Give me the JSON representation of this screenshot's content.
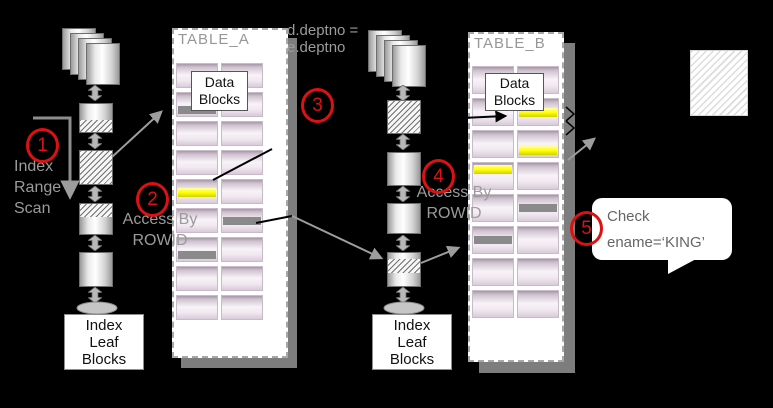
{
  "colors": {
    "accent_red": "#dd1111",
    "highlight_yellow": "#ffff00",
    "rowid_gray": "#8a8a8a",
    "background": "#000000"
  },
  "steps": {
    "one": {
      "num": "1",
      "label": "Index\nRange\nScan"
    },
    "two": {
      "num": "2",
      "label": "Access By\nROWID"
    },
    "three": {
      "num": "3",
      "label": "d.deptno =\ne.deptno"
    },
    "four": {
      "num": "4",
      "label": "Access By\nROWID"
    },
    "five": {
      "num": "5",
      "label": "Check\nename=‘KING’"
    }
  },
  "index_a": {
    "leaf_label": "Index\nLeaf\nBlocks"
  },
  "index_b": {
    "leaf_label": "Index\nLeaf\nBlocks"
  },
  "table_a": {
    "title": "TABLE_A",
    "data_blocks_label": "Data\nBlocks",
    "rows": [
      [
        "plain",
        "plain"
      ],
      [
        "gray-bottom",
        "plain"
      ],
      [
        "plain",
        "plain"
      ],
      [
        "plain",
        "plain"
      ],
      [
        "yellow-mid",
        "plain"
      ],
      [
        "plain",
        "gray-mid"
      ],
      [
        "gray-bottom",
        "plain"
      ],
      [
        "plain",
        "plain"
      ],
      [
        "plain",
        "plain"
      ]
    ]
  },
  "table_b": {
    "title": "TABLE_B",
    "data_blocks_label": "Data\nBlocks",
    "rows": [
      [
        "plain",
        "plain"
      ],
      [
        "plain",
        "yellow-mid"
      ],
      [
        "plain",
        "yellow-bottom"
      ],
      [
        "yellow-top",
        "plain"
      ],
      [
        "plain",
        "gray-mid"
      ],
      [
        "gray-mid",
        "plain"
      ],
      [
        "plain",
        "plain"
      ],
      [
        "plain",
        "plain"
      ]
    ]
  }
}
